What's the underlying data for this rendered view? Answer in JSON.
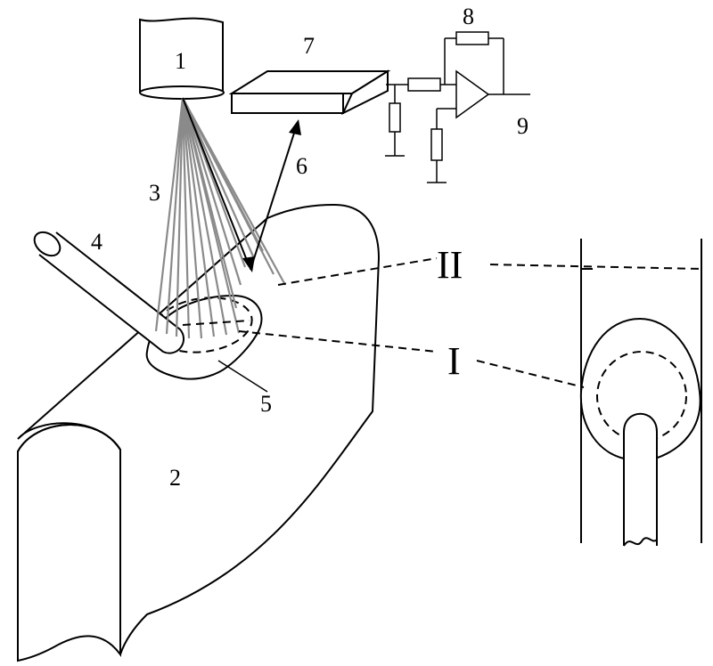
{
  "labels": {
    "n1": "1",
    "n2": "2",
    "n3": "3",
    "n4": "4",
    "n5": "5",
    "n6": "6",
    "n7": "7",
    "n8": "8",
    "n9": "9",
    "zone_II": "II",
    "zone_I": "I"
  }
}
